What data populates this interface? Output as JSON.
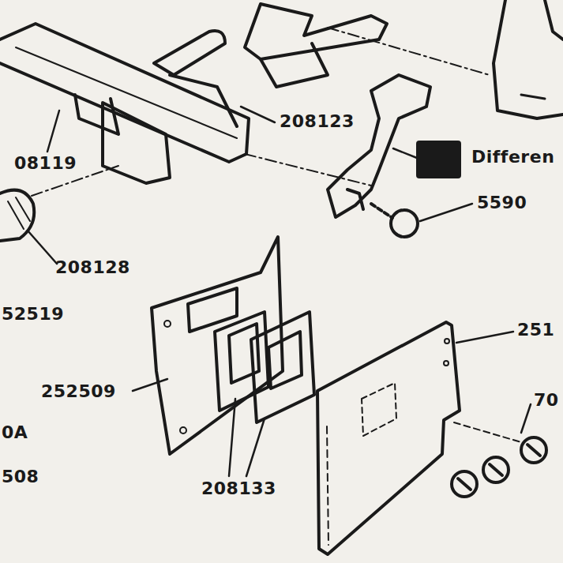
{
  "diagram": {
    "labels": [
      "208123",
      "08119",
      "208128",
      "52519",
      "0A",
      "508",
      "Differen",
      "5590",
      "252509",
      "208133",
      "251",
      "70"
    ]
  }
}
